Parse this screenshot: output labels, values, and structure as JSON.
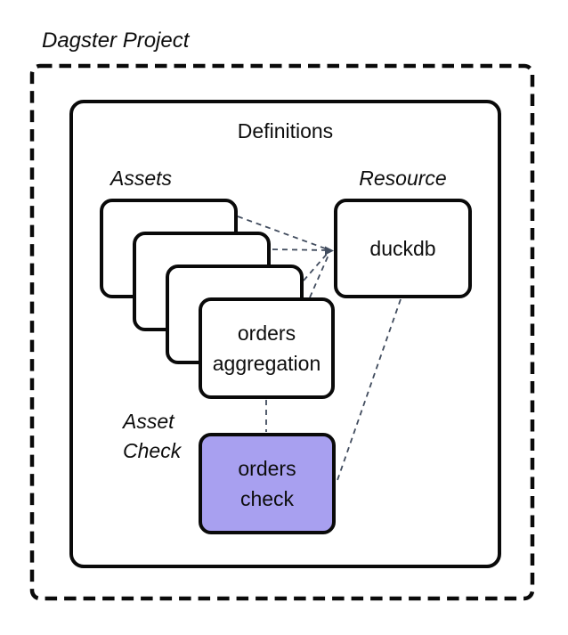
{
  "project": {
    "label": "Dagster Project"
  },
  "definitions": {
    "label": "Definitions"
  },
  "groups": {
    "assets": {
      "label": "Assets"
    },
    "resource": {
      "label": "Resource"
    },
    "asset_check": {
      "label": "Asset\nCheck"
    }
  },
  "nodes": {
    "orders_aggregation": {
      "label": "orders\naggregation"
    },
    "duckdb": {
      "label": "duckdb"
    },
    "orders_check": {
      "label": "orders\ncheck"
    }
  },
  "edges": [
    {
      "from": "asset-card-1",
      "to": "duckdb",
      "style": "dashed",
      "arrow": true
    },
    {
      "from": "asset-card-2",
      "to": "duckdb",
      "style": "dashed",
      "arrow": true
    },
    {
      "from": "asset-card-3",
      "to": "duckdb",
      "style": "dashed",
      "arrow": true
    },
    {
      "from": "orders aggregation",
      "to": "duckdb",
      "style": "dashed",
      "arrow": true
    },
    {
      "from": "duckdb",
      "to": "orders check",
      "style": "dashed",
      "arrow": false
    },
    {
      "from": "orders aggregation",
      "to": "orders check",
      "style": "dashed",
      "arrow": false
    }
  ],
  "colors": {
    "border": "#0a0a0a",
    "connector": "#414c5e",
    "check_fill": "#a8a0f0",
    "background": "#ffffff"
  }
}
